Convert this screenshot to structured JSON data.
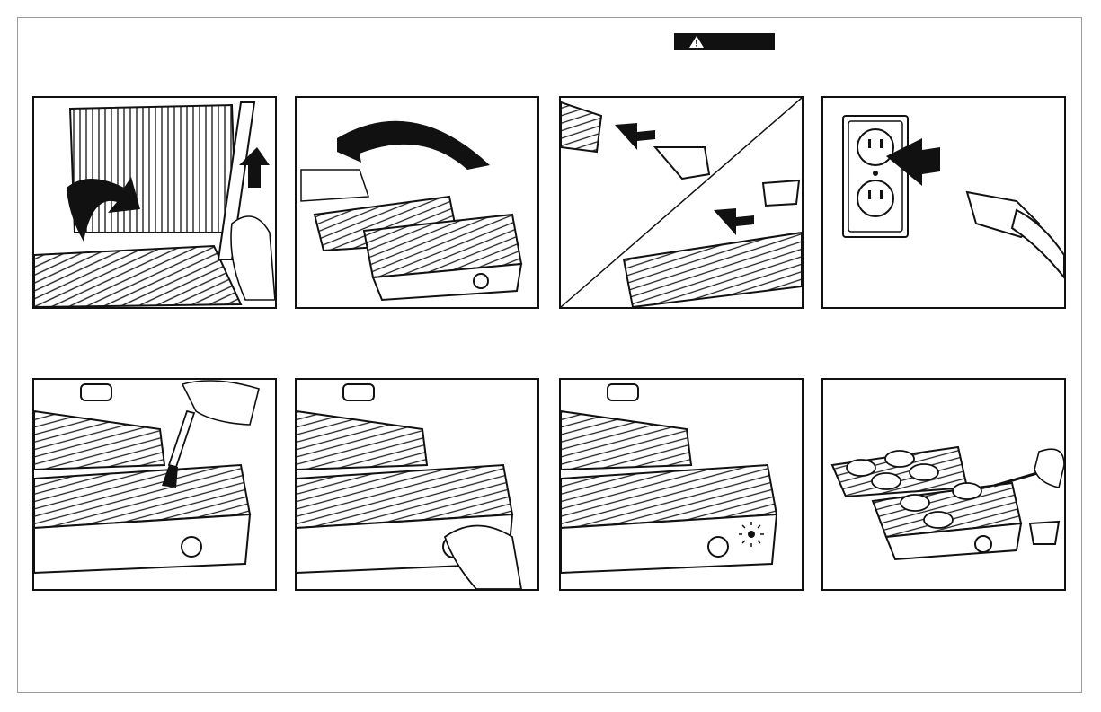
{
  "page": {
    "warning_badge": {
      "icon": "warning-triangle-icon",
      "color": "#111111"
    }
  },
  "panels": [
    {
      "id": "open-lid"
    },
    {
      "id": "remove-wrap"
    },
    {
      "id": "insert-drip-tray"
    },
    {
      "id": "plug-in"
    },
    {
      "id": "brush-oil"
    },
    {
      "id": "turn-dial"
    },
    {
      "id": "preheat-light"
    },
    {
      "id": "cook-patties"
    }
  ]
}
